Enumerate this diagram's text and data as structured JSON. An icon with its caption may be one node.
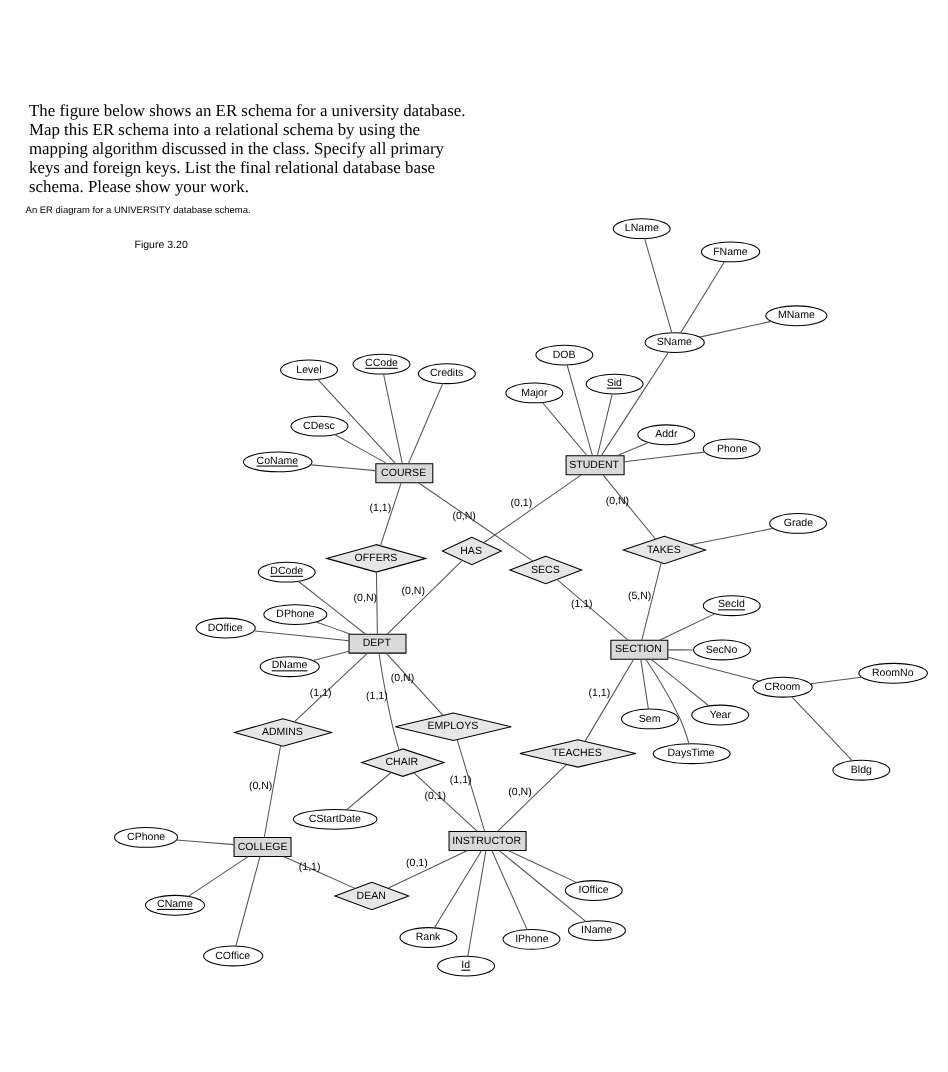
{
  "diagram": {
    "title": "The figure below shows an ER schema for a university database. Map this ER schema into a relational schema by using the mapping algorithm discussed in the class. Specify all primary keys and foreign keys. List the final relational database base schema. Please show your work.",
    "nodes": [
      {
        "text": [
          "COLLEGE"
        ]
      },
      {
        "text": [
          "COffice"
        ]
      },
      {
        "text": [
          "CName"
        ]
      },
      {
        "text": [
          "CPhone"
        ]
      },
      {
        "text": [
          "DEAN"
        ]
      },
      {
        "text": [
          "INSTRUCTOR"
        ]
      },
      {
        "text": [
          "Rank"
        ]
      },
      {
        "text": [
          "IOffice"
        ]
      },
      {
        "text": [
          "Id"
        ]
      },
      {
        "text": [
          "IName"
        ]
      },
      {
        "text": [
          "IPhone"
        ]
      },
      {
        "text": [
          "ADMINS"
        ]
      },
      {
        "text": [
          "CHAIR"
        ]
      },
      {
        "text": [
          "CStartDate"
        ]
      },
      {
        "text": [
          "EMPLOYS"
        ]
      },
      {
        "text": [
          "DEPT"
        ]
      },
      {
        "text": [
          "DName"
        ]
      },
      {
        "text": [
          "DCode"
        ]
      },
      {
        "text": [
          "DOffice"
        ]
      },
      {
        "text": [
          "DPhone"
        ]
      },
      {
        "text": [
          "HAS"
        ]
      },
      {
        "text": [
          "STUDENT"
        ]
      },
      {
        "text": [
          "Sid"
        ]
      },
      {
        "text": [
          "DOB"
        ]
      },
      {
        "text": [
          "SName"
        ]
      },
      {
        "text": [
          "MName"
        ]
      },
      {
        "text": [
          "FName"
        ]
      },
      {
        "text": [
          "LName"
        ]
      },
      {
        "text": [
          "Addr"
        ]
      },
      {
        "text": [
          "Phone"
        ]
      },
      {
        "text": [
          "Major"
        ]
      },
      {
        "text": [
          "OFFERS"
        ]
      },
      {
        "text": [
          "TAKES"
        ]
      },
      {
        "text": [
          "Grade"
        ]
      },
      {
        "text": [
          "TEACHES"
        ]
      },
      {
        "text": [
          "COURSE"
        ]
      },
      {
        "text": [
          "CCode"
        ]
      },
      {
        "text": [
          "Credits"
        ]
      },
      {
        "text": [
          "CoName"
        ]
      },
      {
        "text": [
          "Level"
        ]
      },
      {
        "text": [
          "CDesc"
        ]
      },
      {
        "text": [
          "SECS"
        ]
      },
      {
        "text": [
          "SECTION"
        ]
      },
      {
        "text": [
          "SecId"
        ]
      },
      {
        "text": [
          "SecNo"
        ]
      },
      {
        "text": [
          "Sem"
        ]
      },
      {
        "text": [
          "Year"
        ]
      },
      {
        "text": [
          "DaysTime"
        ]
      },
      {
        "text": [
          "CRoom"
        ]
      },
      {
        "text": [
          "Bldg"
        ]
      },
      {
        "text": [
          "RoomNo"
        ]
      }
    ],
    "edges": [
      {
        "from": 0,
        "to": 1,
        "arrow": "none"
      },
      {
        "from": 0,
        "to": 2,
        "arrow": "none"
      },
      {
        "from": 0,
        "to": 3,
        "arrow": "none"
      },
      {
        "from": 0,
        "to": 4,
        "arrow": "none",
        "label": "(1,1)"
      },
      {
        "from": 4,
        "to": 5,
        "arrow": "none",
        "label": "(0,1)"
      },
      {
        "from": 5,
        "to": 6,
        "arrow": "none"
      },
      {
        "from": 5,
        "to": 7,
        "arrow": "none"
      },
      {
        "from": 5,
        "to": 8,
        "arrow": "none"
      },
      {
        "from": 5,
        "to": 9,
        "arrow": "none"
      },
      {
        "from": 5,
        "to": 10,
        "arrow": "none"
      },
      {
        "from": 0,
        "to": 11,
        "arrow": "none",
        "label": "(0,N)"
      },
      {
        "from": 11,
        "to": 15,
        "arrow": "none",
        "label": "(1,1)"
      },
      {
        "from": 15,
        "to": 12,
        "arrow": "none",
        "label": "(1,1)"
      },
      {
        "from": 12,
        "to": 5,
        "arrow": "none",
        "label": "(0,1)"
      },
      {
        "from": 12,
        "to": 13,
        "arrow": "none"
      },
      {
        "from": 15,
        "to": 14,
        "arrow": "none",
        "label": "(0,N)"
      },
      {
        "from": 14,
        "to": 5,
        "arrow": "none",
        "label": "(1,1)"
      },
      {
        "from": 15,
        "to": 16,
        "arrow": "none"
      },
      {
        "from": 15,
        "to": 17,
        "arrow": "none"
      },
      {
        "from": 15,
        "to": 18,
        "arrow": "none"
      },
      {
        "from": 15,
        "to": 19,
        "arrow": "none"
      },
      {
        "from": 15,
        "to": 20,
        "arrow": "none",
        "label": "(0,N)"
      },
      {
        "from": 20,
        "to": 21,
        "arrow": "none",
        "label": "(0,1)"
      },
      {
        "from": 21,
        "to": 22,
        "arrow": "none"
      },
      {
        "from": 21,
        "to": 23,
        "arrow": "none"
      },
      {
        "from": 21,
        "to": 24,
        "arrow": "none"
      },
      {
        "from": 24,
        "to": 25,
        "arrow": "none"
      },
      {
        "from": 24,
        "to": 26,
        "arrow": "none"
      },
      {
        "from": 24,
        "to": 27,
        "arrow": "none"
      },
      {
        "from": 21,
        "to": 28,
        "arrow": "none"
      },
      {
        "from": 21,
        "to": 29,
        "arrow": "none"
      },
      {
        "from": 21,
        "to": 30,
        "arrow": "none"
      },
      {
        "from": 15,
        "to": 31,
        "arrow": "none",
        "label": "(0,N)"
      },
      {
        "from": 31,
        "to": 35,
        "arrow": "none",
        "label": "(1,1)"
      },
      {
        "from": 21,
        "to": 32,
        "arrow": "none",
        "label": "(0,N)"
      },
      {
        "from": 32,
        "to": 33,
        "arrow": "none"
      },
      {
        "from": 32,
        "to": 42,
        "arrow": "none",
        "label": "(5,N)"
      },
      {
        "from": 5,
        "to": 34,
        "arrow": "none",
        "label": "(0,N)"
      },
      {
        "from": 34,
        "to": 42,
        "arrow": "none",
        "label": "(1,1)"
      },
      {
        "from": 35,
        "to": 36,
        "arrow": "none"
      },
      {
        "from": 35,
        "to": 37,
        "arrow": "none"
      },
      {
        "from": 35,
        "to": 38,
        "arrow": "none"
      },
      {
        "from": 35,
        "to": 39,
        "arrow": "none"
      },
      {
        "from": 35,
        "to": 40,
        "arrow": "none"
      },
      {
        "from": 35,
        "to": 41,
        "arrow": "none",
        "label": "(0,N)"
      },
      {
        "from": 41,
        "to": 42,
        "arrow": "none",
        "label": "(1,1)"
      },
      {
        "from": 42,
        "to": 43,
        "arrow": "none"
      },
      {
        "from": 42,
        "to": 44,
        "arrow": "none"
      },
      {
        "from": 42,
        "to": 45,
        "arrow": "none"
      },
      {
        "from": 42,
        "to": 46,
        "arrow": "none"
      },
      {
        "from": 42,
        "to": 47,
        "arrow": "none"
      },
      {
        "from": 42,
        "to": 48,
        "arrow": "none"
      },
      {
        "from": 48,
        "to": 49,
        "arrow": "none"
      },
      {
        "from": 48,
        "to": 50,
        "arrow": "none"
      }
    ],
    "labels": [
      "Figure 3.20",
      "An ER diagram for a UNIVERSITY database schema."
    ]
  }
}
